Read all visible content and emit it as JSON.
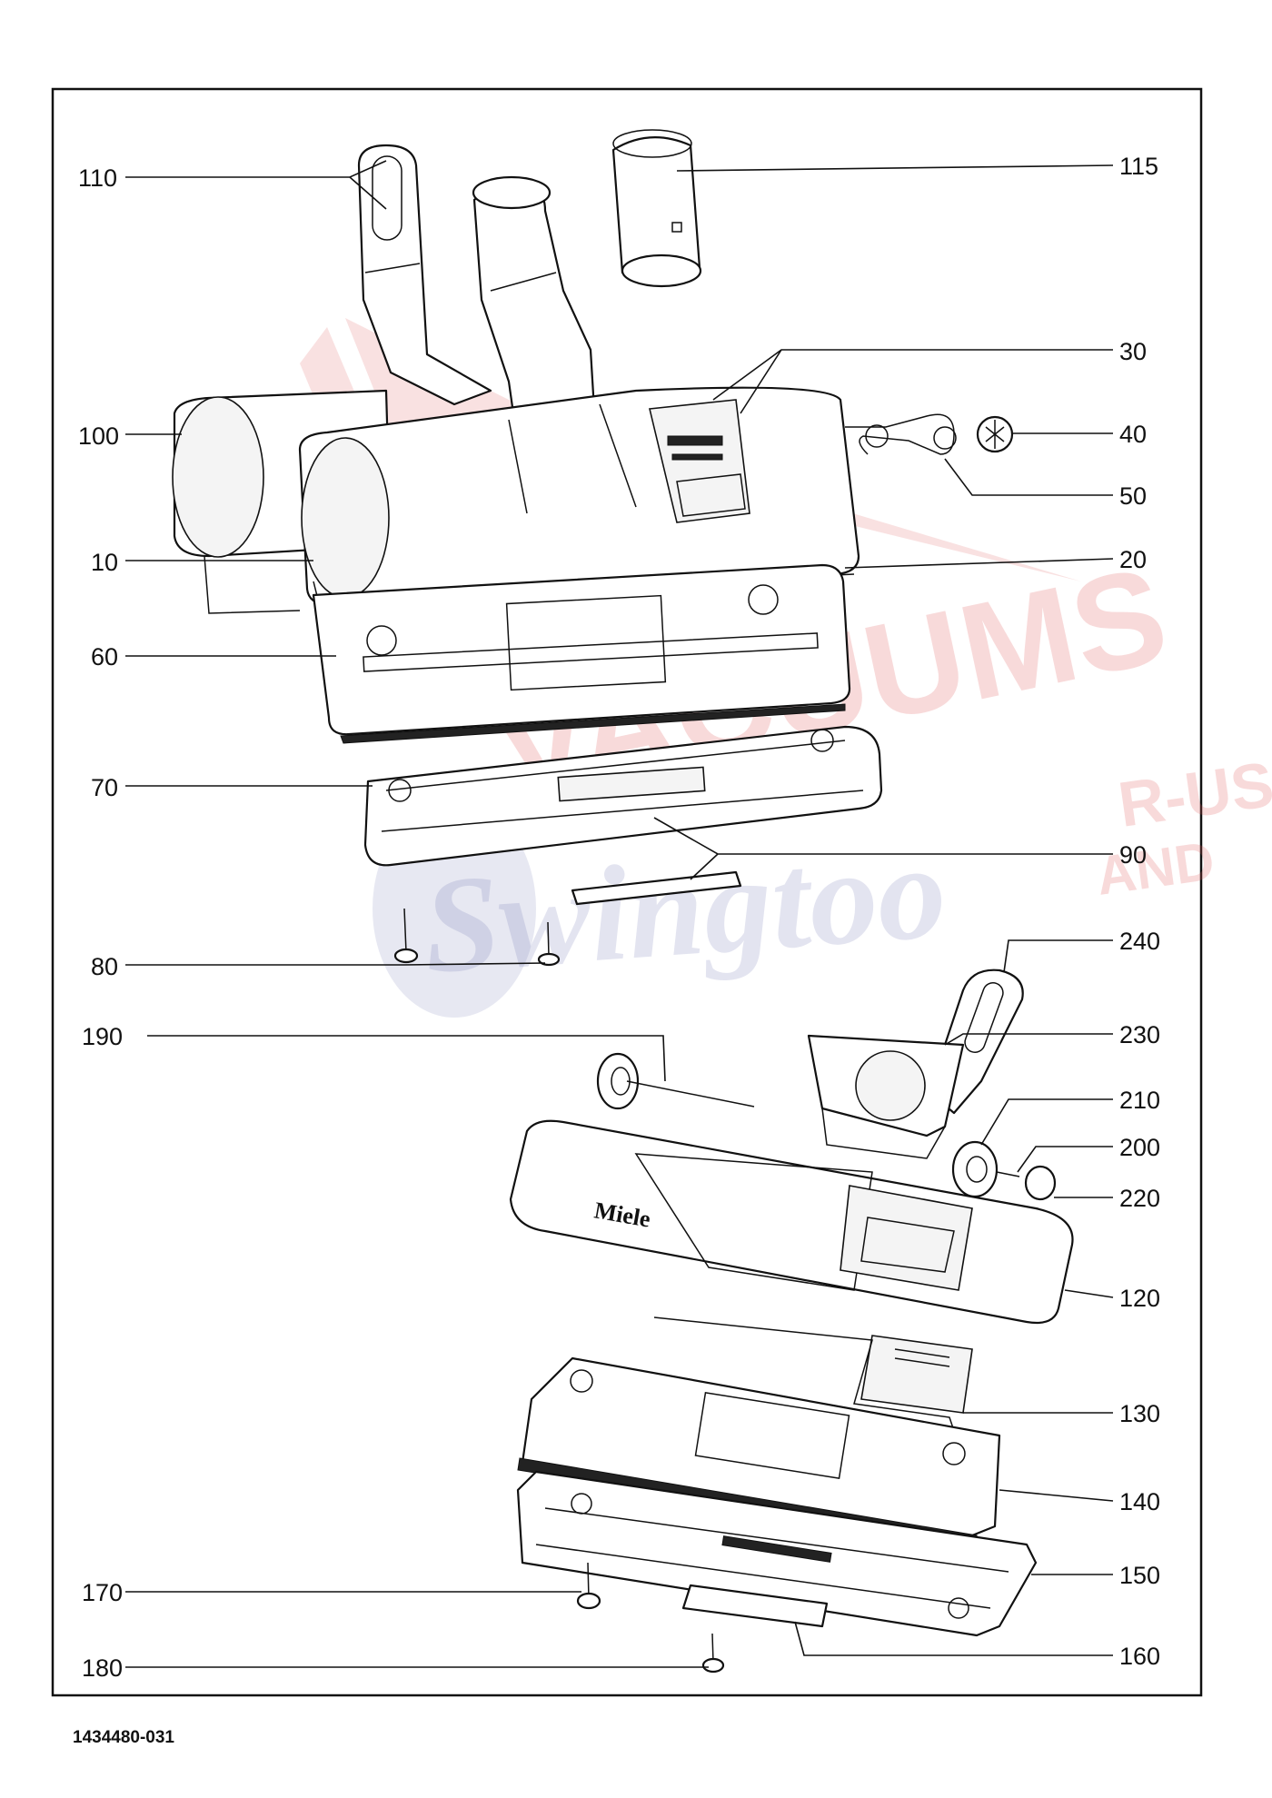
{
  "drawing_number": "1434480-031",
  "brand_label": "Miele",
  "watermark": {
    "line1": "VACUUMS",
    "line2": "R-US",
    "line3": "AND",
    "line4": "Swingtoo"
  },
  "parts": [
    {
      "id": "110",
      "label": "110"
    },
    {
      "id": "115",
      "label": "115"
    },
    {
      "id": "30",
      "label": "30"
    },
    {
      "id": "100",
      "label": "100"
    },
    {
      "id": "40",
      "label": "40"
    },
    {
      "id": "50",
      "label": "50"
    },
    {
      "id": "10",
      "label": "10"
    },
    {
      "id": "20",
      "label": "20"
    },
    {
      "id": "60",
      "label": "60"
    },
    {
      "id": "70",
      "label": "70"
    },
    {
      "id": "90",
      "label": "90"
    },
    {
      "id": "80",
      "label": "80"
    },
    {
      "id": "240",
      "label": "240"
    },
    {
      "id": "190",
      "label": "190"
    },
    {
      "id": "230",
      "label": "230"
    },
    {
      "id": "210",
      "label": "210"
    },
    {
      "id": "200",
      "label": "200"
    },
    {
      "id": "220",
      "label": "220"
    },
    {
      "id": "120",
      "label": "120"
    },
    {
      "id": "130",
      "label": "130"
    },
    {
      "id": "140",
      "label": "140"
    },
    {
      "id": "170",
      "label": "170"
    },
    {
      "id": "150",
      "label": "150"
    },
    {
      "id": "180",
      "label": "180"
    },
    {
      "id": "160",
      "label": "160"
    }
  ]
}
